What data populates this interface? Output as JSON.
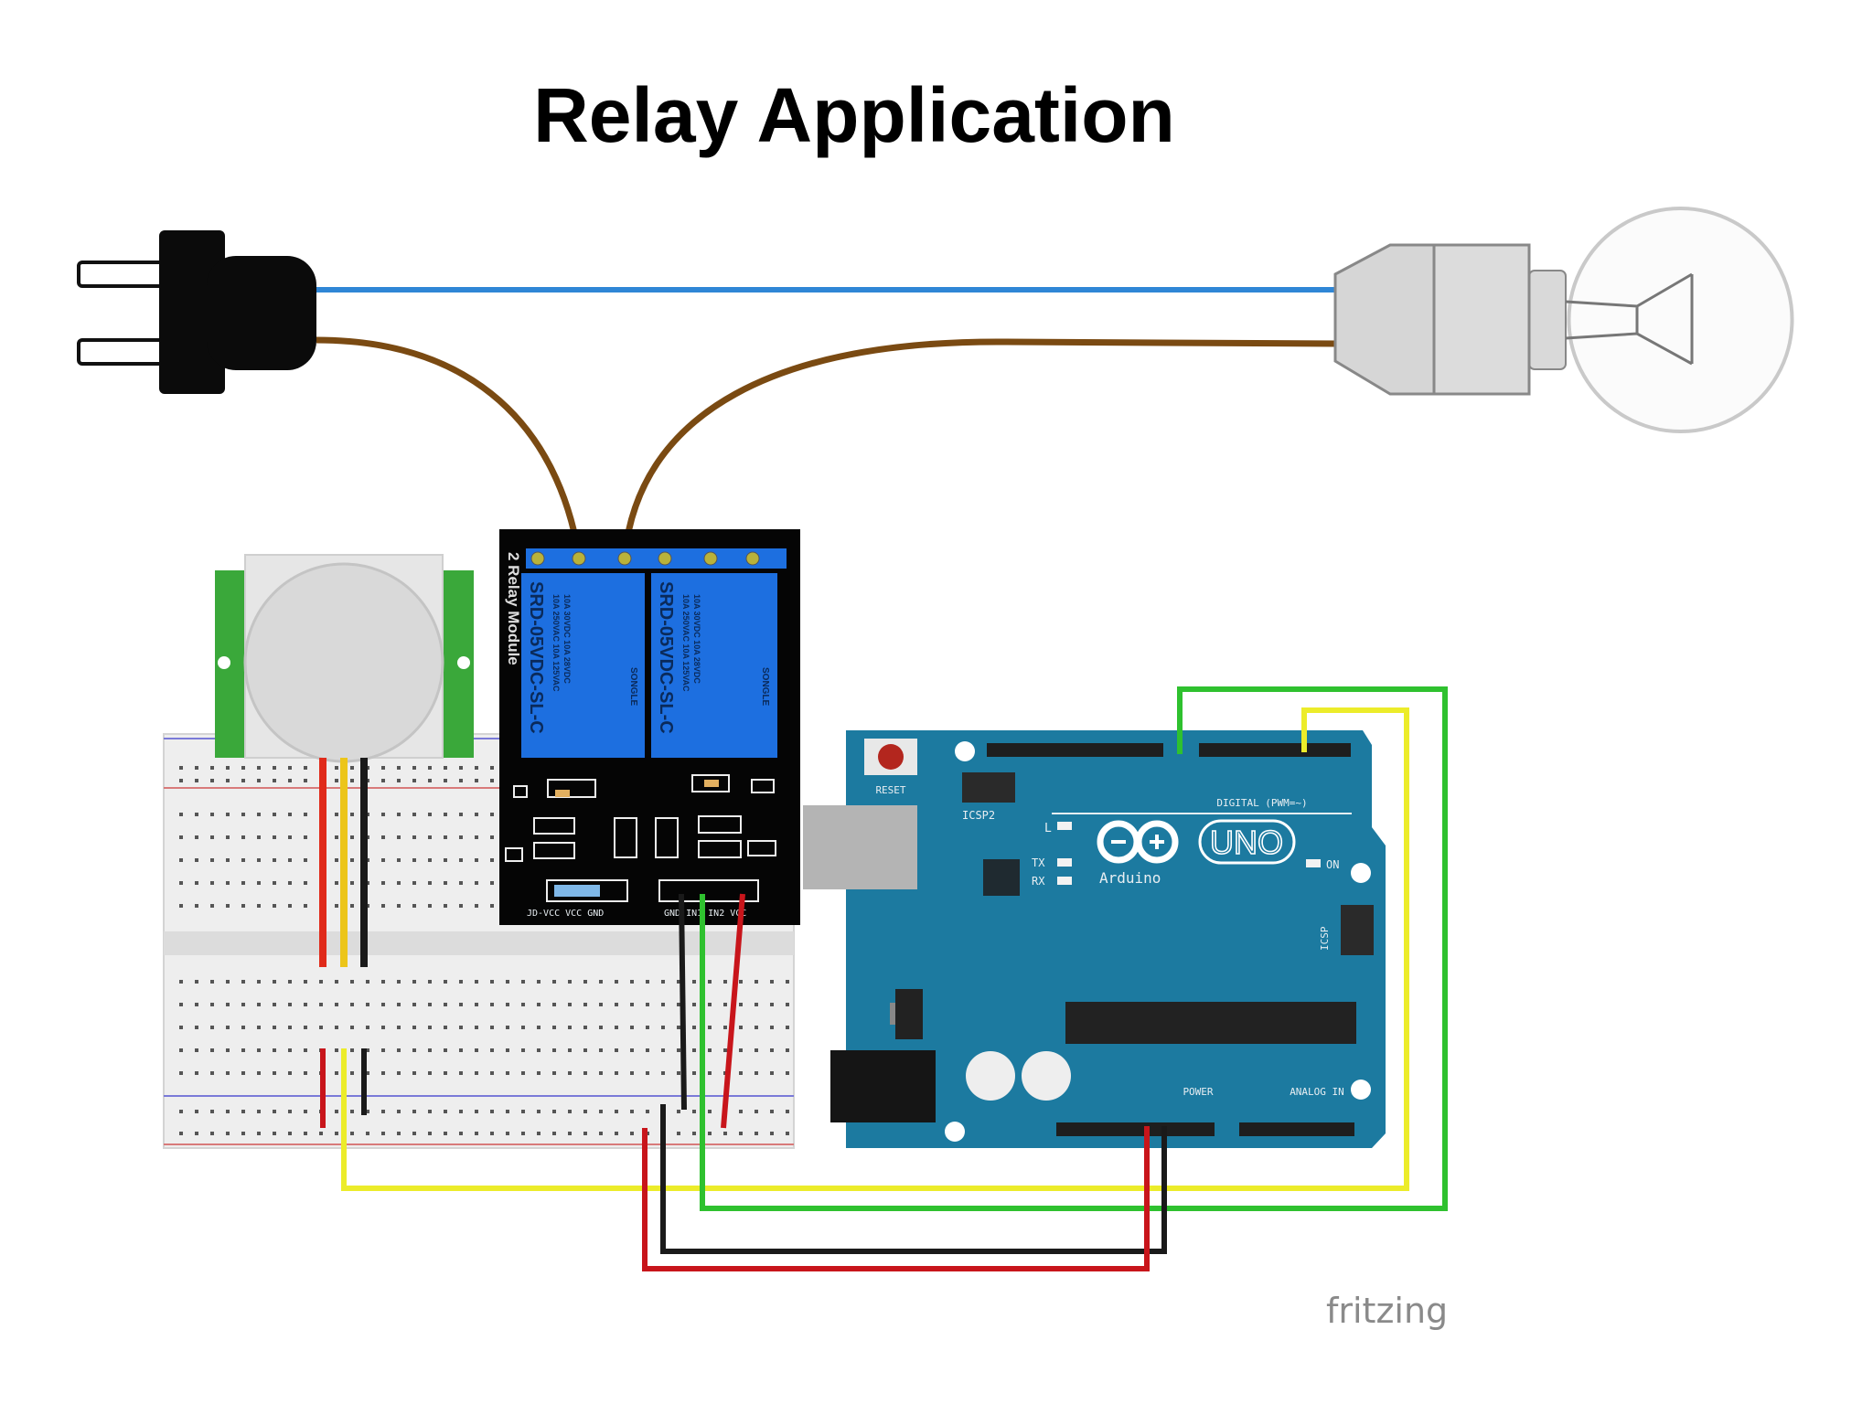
{
  "title": "Relay Application",
  "watermark": "fritzing",
  "colors": {
    "live_wire": "#7a4a12",
    "neutral_wire": "#2f86d6",
    "arduino_board": "#1c7aa0",
    "relay_block": "#1d6fe0",
    "pir_board": "#3aa83a",
    "signal_yellow": "#ecec2a",
    "signal_green": "#2fc12f",
    "power_red": "#c8151b",
    "ground_black": "#1a1a1a"
  },
  "relay_module": {
    "name": "2 Relay Module",
    "relay_model": "SRD-05VDC-SL-C",
    "brand": "SONGLE",
    "rating_line1": "10A 250VAC 10A 125VAC",
    "rating_line2": "10A 30VDC 10A 28VDC",
    "jumper_labels": "JD-VCC VCC GND",
    "input_labels": "GND IN1 IN2 VCC"
  },
  "arduino": {
    "logo": "UNO",
    "brand": "Arduino",
    "reset_label": "RESET",
    "icsp2_label": "ICSP2",
    "led_l": "L",
    "led_tx": "TX",
    "led_rx": "RX",
    "led_on": "ON",
    "icsp_label": "ICSP",
    "digital_label": "DIGITAL (PWM=~)",
    "power_label": "POWER",
    "analog_label": "ANALOG IN"
  }
}
